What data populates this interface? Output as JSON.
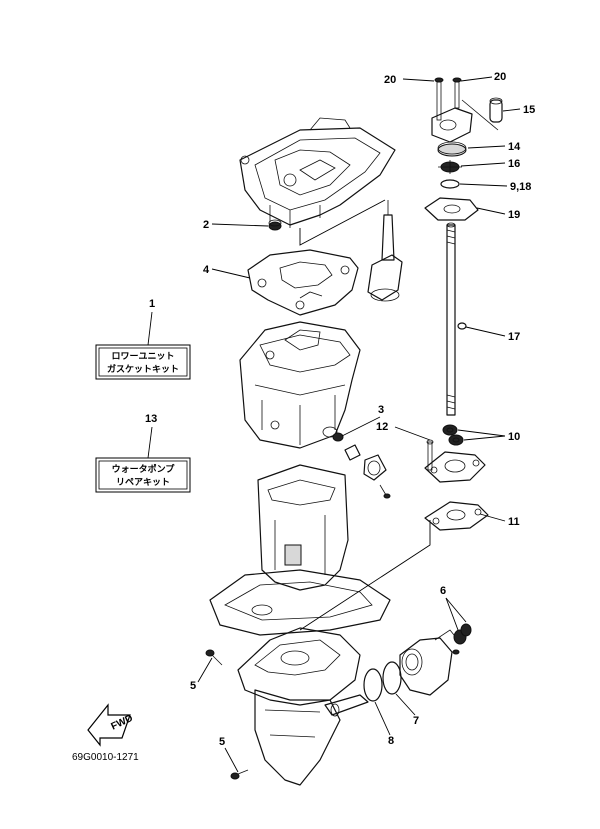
{
  "diagram": {
    "callouts": {
      "c1": "1",
      "c2": "2",
      "c3": "3",
      "c4": "4",
      "c5a": "5",
      "c5b": "5",
      "c6": "6",
      "c7": "7",
      "c8": "8",
      "c918": "9,18",
      "c10": "10",
      "c11": "11",
      "c12": "12",
      "c13": "13",
      "c14": "14",
      "c15": "15",
      "c16": "16",
      "c17": "17",
      "c19": "19",
      "c20a": "20",
      "c20b": "20"
    },
    "kit_gasket": {
      "line1": "ロワーユニット",
      "line2": "ガスケットキット"
    },
    "kit_pump": {
      "line1": "ウォータポンプ",
      "line2": "リペアキット"
    },
    "fwd_label": "FWD",
    "diagram_code": "69G0010-1271"
  }
}
